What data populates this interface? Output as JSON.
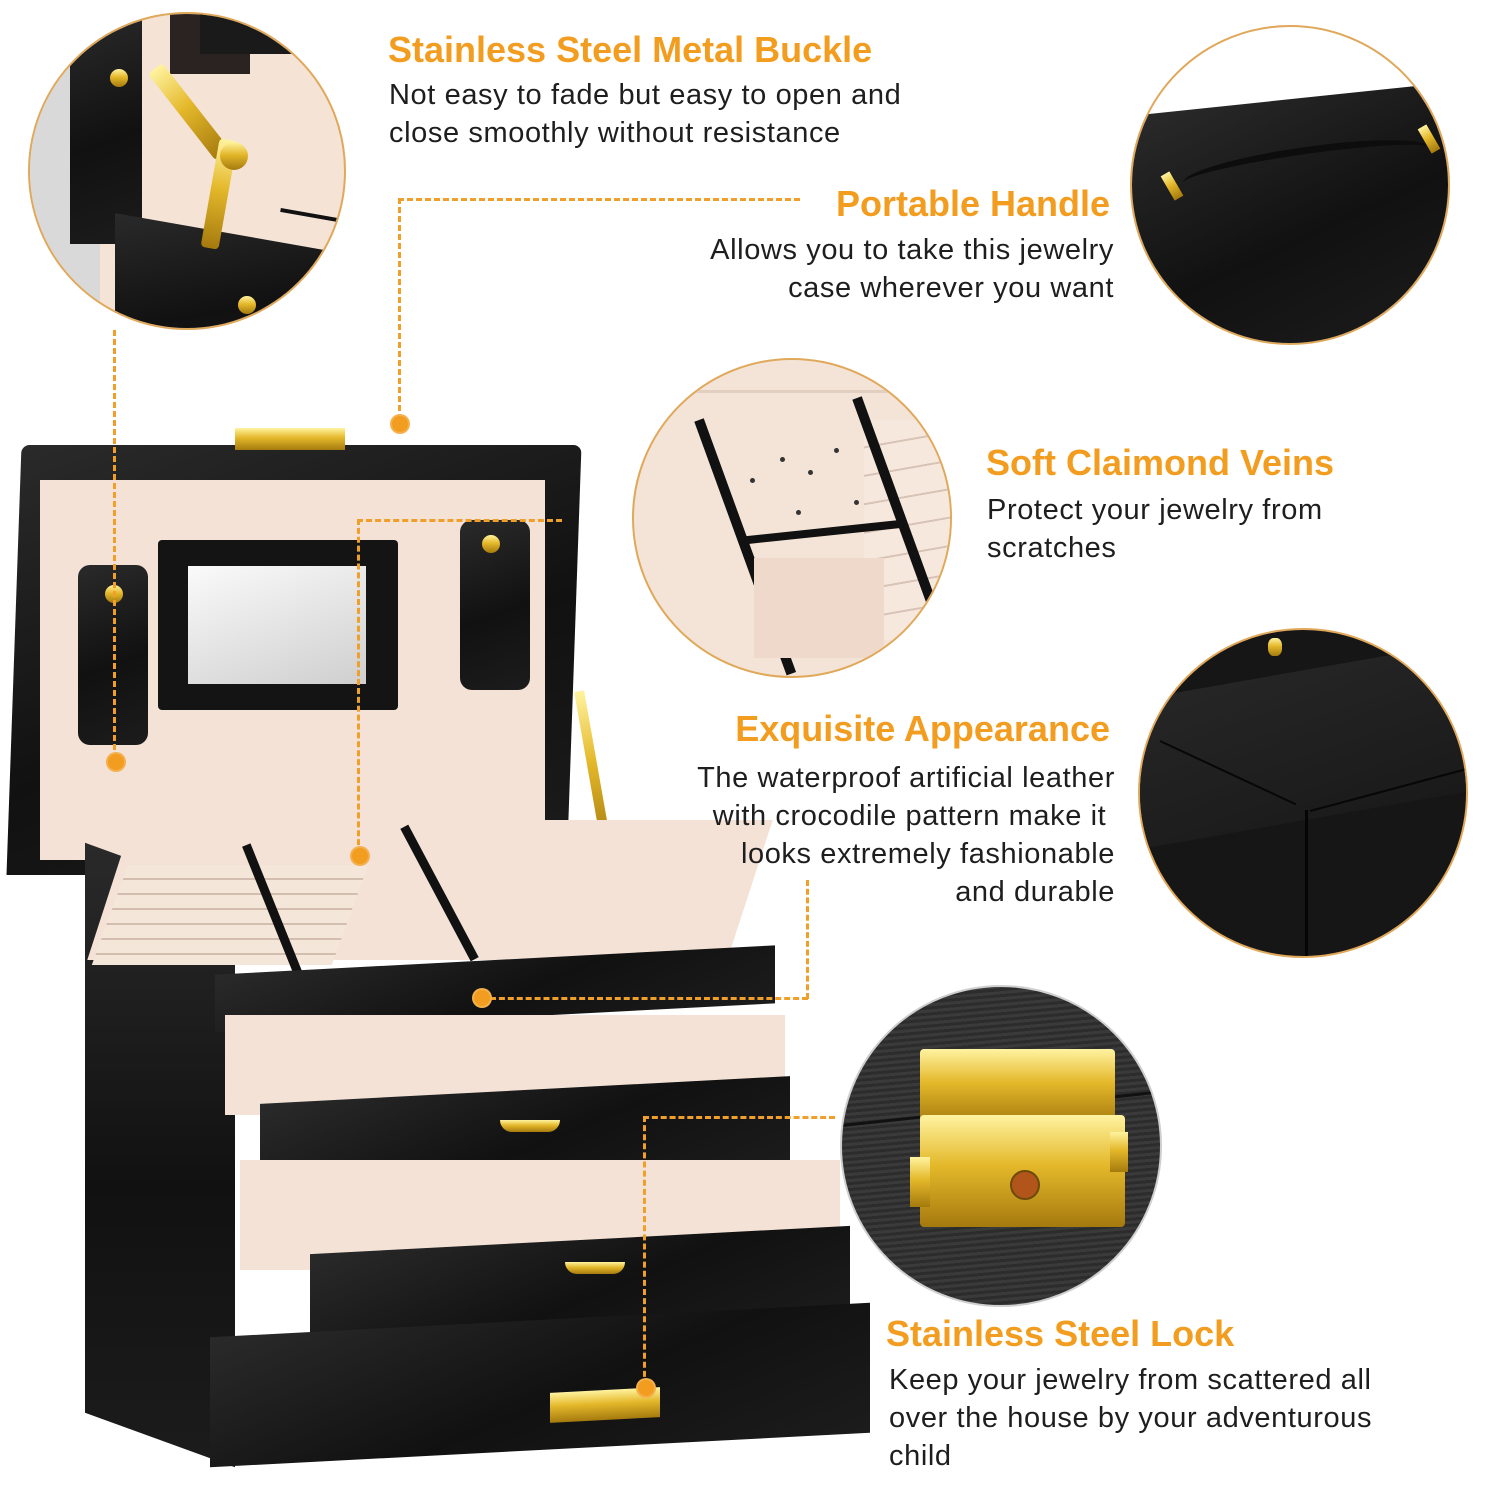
{
  "accent_color": "#f29d1f",
  "text_color": "#1e1e1e",
  "features": [
    {
      "id": "buckle",
      "title": "Stainless Steel Metal Buckle",
      "lines": [
        "Not easy to fade but easy to open and",
        "close smoothly without resistance"
      ],
      "icon": "hinge-closeup-image"
    },
    {
      "id": "handle",
      "title": "Portable Handle",
      "lines": [
        "Allows you to take this jewelry",
        "case wherever you want"
      ],
      "icon": "handle-closeup-image"
    },
    {
      "id": "veins",
      "title": "Soft Claimond Veins",
      "lines": [
        "Protect your jewelry from",
        "scratches"
      ],
      "icon": "compartment-closeup-image"
    },
    {
      "id": "appearance",
      "title": "Exquisite Appearance",
      "lines": [
        "The waterproof artificial leather",
        "with crocodile pattern make it ",
        "looks extremely fashionable",
        "and durable"
      ],
      "icon": "corner-closeup-image"
    },
    {
      "id": "lock",
      "title": "Stainless Steel Lock",
      "lines": [
        "Keep your jewelry from scattered all",
        "over the house by your adventurous",
        "child"
      ],
      "icon": "lock-closeup-image"
    }
  ],
  "product": {
    "name": "jewelry-box",
    "drawers": 2,
    "ring_rolls": 7
  }
}
